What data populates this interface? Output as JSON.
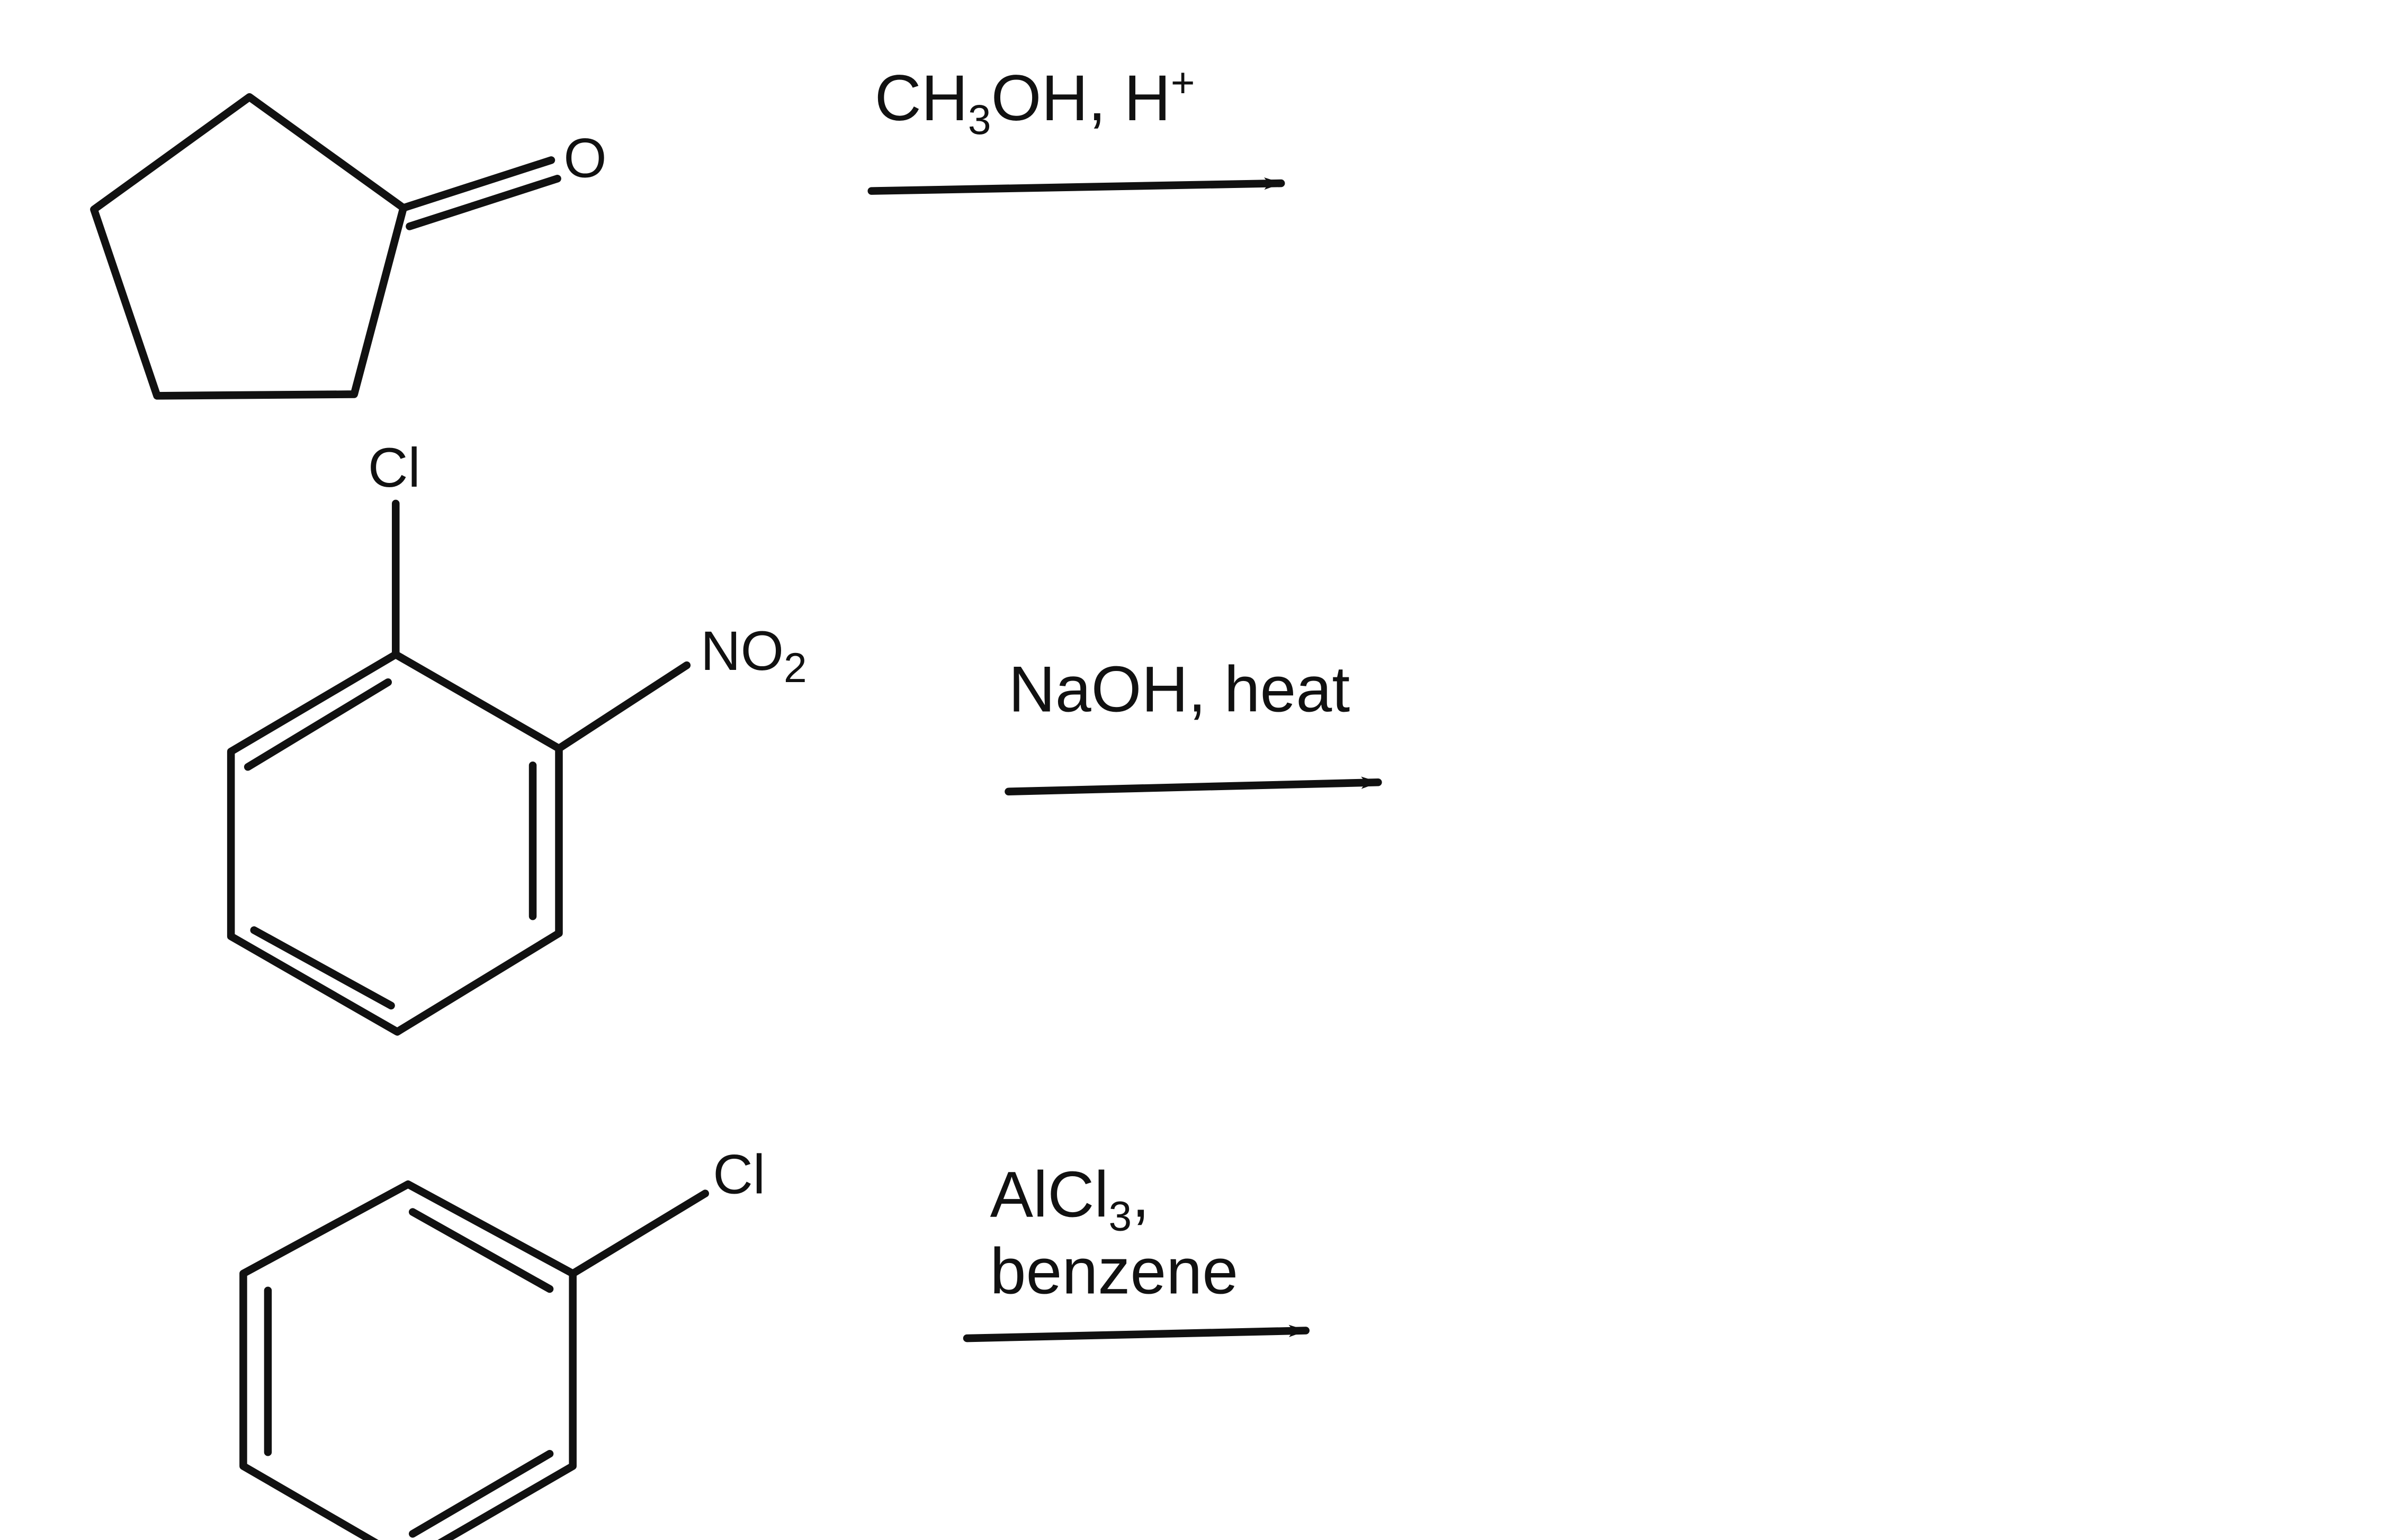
{
  "reactions": [
    {
      "substrate": {
        "name": "cyclopentanone",
        "atom_labels": [
          "O"
        ]
      },
      "conditions": [
        {
          "parts": [
            "CH",
            "3",
            "OH, H",
            "+"
          ]
        }
      ]
    },
    {
      "substrate": {
        "name": "1-chloro-2-nitrobenzene",
        "atom_labels": [
          "Cl",
          "NO",
          "2"
        ]
      },
      "conditions": [
        {
          "parts": [
            "NaOH, heat"
          ]
        }
      ]
    },
    {
      "substrate": {
        "name": "chlorobenzene",
        "atom_labels": [
          "Cl"
        ]
      },
      "conditions": [
        {
          "parts": [
            "AlCl",
            "3",
            ","
          ]
        },
        {
          "parts": [
            "benzene"
          ]
        }
      ]
    }
  ],
  "colors": {
    "ink": "#111111",
    "background": "#ffffff"
  }
}
